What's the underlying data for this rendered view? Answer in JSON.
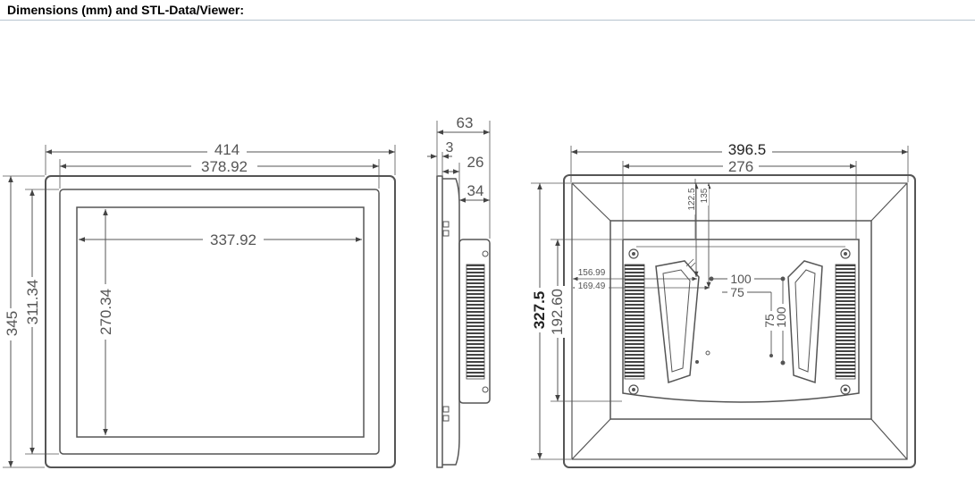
{
  "header": {
    "title": "Dimensions (mm) and STL-Data/Viewer:"
  },
  "front_view": {
    "overall_width": "414",
    "bezel_inner_width": "378.92",
    "display_width": "337.92",
    "overall_height": "345",
    "bezel_inner_height": "311.34",
    "display_height": "270.34"
  },
  "side_view": {
    "depth_total": "63",
    "bezel_depth": "3",
    "body_depth": "26",
    "rear_depth": "34"
  },
  "rear_view": {
    "overall_width": "396.5",
    "panel_width": "276",
    "overall_height": "327.5",
    "panel_height": "192.60",
    "offset_a": "122.5",
    "offset_b": "135",
    "offset_left_1": "156.99",
    "offset_left_2": "169.49",
    "vesa_h_100": "100",
    "vesa_h_75": "75",
    "vesa_v_75": "75",
    "vesa_v_100": "100"
  }
}
